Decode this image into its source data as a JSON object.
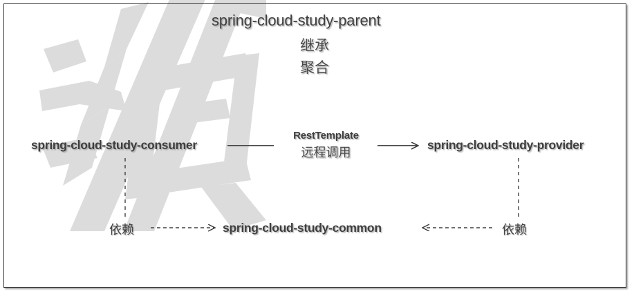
{
  "diagram": {
    "title": "spring-cloud-study-parent",
    "parent_relations": [
      {
        "label": "继承"
      },
      {
        "label": "聚合"
      }
    ],
    "nodes": [
      {
        "id": "consumer",
        "label": "spring-cloud-study-consumer"
      },
      {
        "id": "provider",
        "label": "spring-cloud-study-provider"
      },
      {
        "id": "common",
        "label": "spring-cloud-study-common"
      }
    ],
    "edges": [
      {
        "id": "consumer-to-provider",
        "from": "spring-cloud-study-consumer",
        "to": "spring-cloud-study-provider",
        "label_line1": "RestTemplate",
        "label_line2": "远程调用",
        "style": "solid",
        "arrow": "right"
      },
      {
        "id": "consumer-to-common",
        "from": "spring-cloud-study-consumer",
        "to": "spring-cloud-study-common",
        "label": "依赖",
        "style": "dashed",
        "arrow": "right"
      },
      {
        "id": "provider-to-common",
        "from": "spring-cloud-study-provider",
        "to": "spring-cloud-study-common",
        "label": "依赖",
        "style": "dashed",
        "arrow": "left"
      }
    ],
    "colors": {
      "text": "#3f3f3f",
      "line": "#404040",
      "border": "#3a3a3a",
      "watermark": "#dcdcdc",
      "background": "#ffffff"
    },
    "watermark": {
      "name": "cjk-watermark"
    }
  }
}
